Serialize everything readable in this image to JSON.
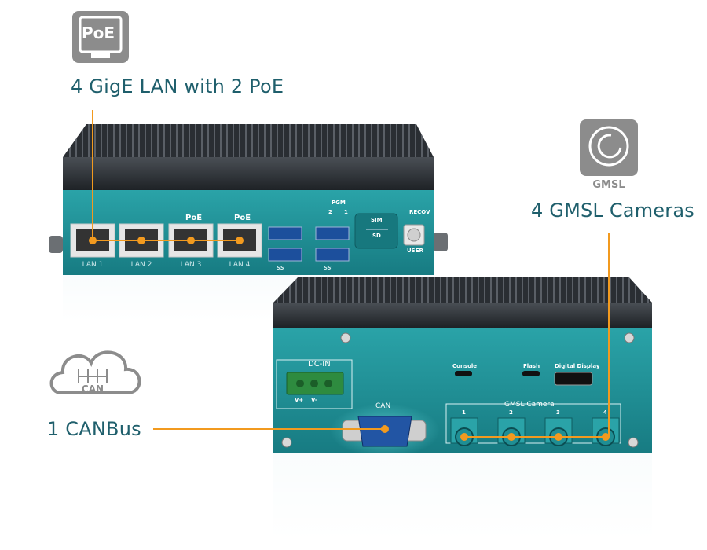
{
  "callouts": {
    "poe": {
      "icon_name": "poe-icon",
      "icon_text": "PoE",
      "title": "4 GigE LAN with 2 PoE"
    },
    "gmsl": {
      "icon_name": "gmsl-camera-icon",
      "icon_text": "GMSL",
      "title": "4 GMSL Cameras"
    },
    "can": {
      "icon_name": "can-cloud-icon",
      "icon_text": "CAN",
      "title": "1 CANBus"
    }
  },
  "front_panel": {
    "lan_ports": [
      {
        "label": "LAN 1",
        "poe": false
      },
      {
        "label": "LAN 2",
        "poe": false
      },
      {
        "label": "LAN 3",
        "poe": true
      },
      {
        "label": "LAN 4",
        "poe": true
      }
    ],
    "poe_mark": "PoE",
    "usb_mark": "SS",
    "pgm_label": "PGM",
    "pgm_positions": [
      "2",
      "1"
    ],
    "sim_label": "SIM",
    "sd_label": "SD",
    "recov_label": "RECOV",
    "user_label": "USER"
  },
  "rear_panel": {
    "dc_in_label": "DC-IN",
    "dc_terminals": [
      "V+",
      "V-"
    ],
    "can_label": "CAN",
    "console_label": "Console",
    "flash_label": "Flash",
    "display_label": "Digital Display",
    "gmsl_header": "GMSL Camera",
    "gmsl_ports": [
      "1",
      "2",
      "3",
      "4"
    ]
  },
  "colors": {
    "accent": "#f29a1f",
    "panel_teal": "#1f8e94",
    "heatsink": "#2b2f33",
    "title_text": "#1f5f6c",
    "icon_grey": "#8c8c8c"
  }
}
